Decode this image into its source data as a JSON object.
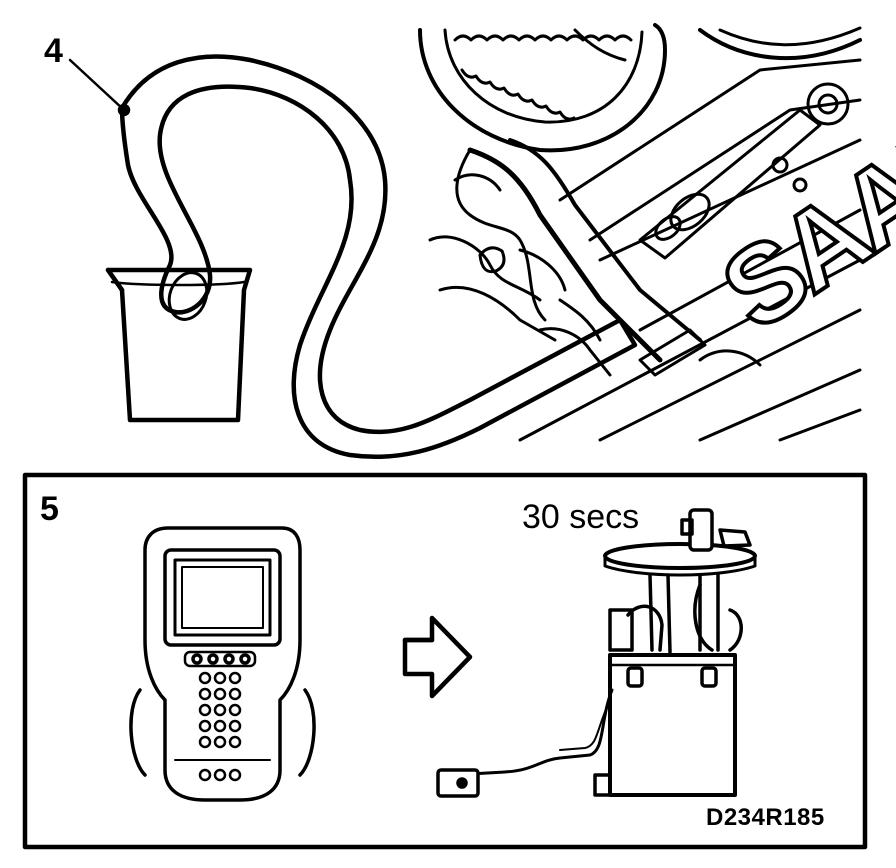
{
  "illustration": {
    "step_4_label": "4",
    "step_5_label": "5",
    "duration_label": "30 secs",
    "figure_code": "D234R185",
    "engine_badge_text": "SAAB"
  },
  "colors": {
    "ink": "#000000",
    "paper": "#ffffff"
  },
  "icons": [
    "drain-hose",
    "measuring-beaker",
    "engine-bay",
    "diagnostic-tester",
    "arrow-right",
    "fuel-pump-module"
  ]
}
